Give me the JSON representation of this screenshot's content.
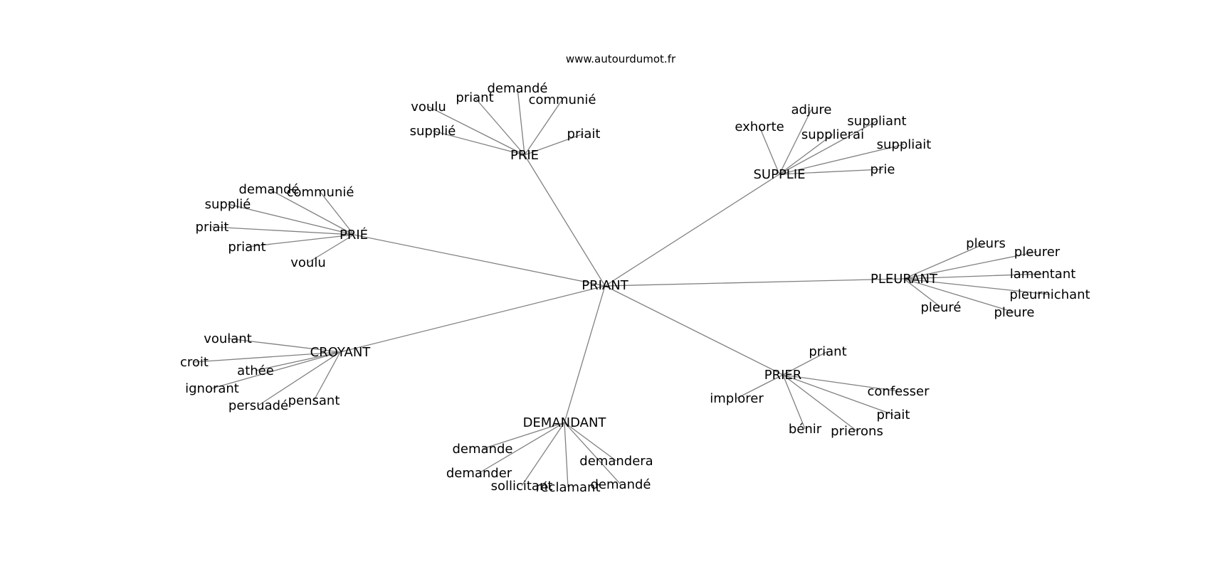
{
  "site": "www.autourdumot.fr",
  "center": {
    "label": "PRIANT"
  },
  "colors": {
    "edge": "#808080",
    "text": "#000000",
    "background": "#ffffff"
  },
  "hubs": [
    {
      "id": "prie",
      "label": "PRIE",
      "leaves": [
        "voulu",
        "priant",
        "demandé",
        "communié",
        "supplié",
        "priait"
      ]
    },
    {
      "id": "supplie",
      "label": "SUPPLIE",
      "leaves": [
        "exhorte",
        "adjure",
        "suppliant",
        "supplierai",
        "suppliait",
        "prie"
      ]
    },
    {
      "id": "prie-accent",
      "label": "PRIÉ",
      "leaves": [
        "demandé",
        "communié",
        "supplié",
        "priait",
        "priant",
        "voulu"
      ]
    },
    {
      "id": "pleurant",
      "label": "PLEURANT",
      "leaves": [
        "pleurs",
        "pleurer",
        "lamentant",
        "pleurnichant",
        "pleuré",
        "pleure"
      ]
    },
    {
      "id": "croyant",
      "label": "CROYANT",
      "leaves": [
        "voulant",
        "croit",
        "athée",
        "ignorant",
        "persuadé",
        "pensant"
      ]
    },
    {
      "id": "prier",
      "label": "PRIER",
      "leaves": [
        "priant",
        "implorer",
        "confesser",
        "priait",
        "bénir",
        "prierons"
      ]
    },
    {
      "id": "demandant",
      "label": "DEMANDANT",
      "leaves": [
        "demande",
        "demander",
        "sollicitant",
        "réclamant",
        "demandera",
        "demandé"
      ]
    }
  ]
}
